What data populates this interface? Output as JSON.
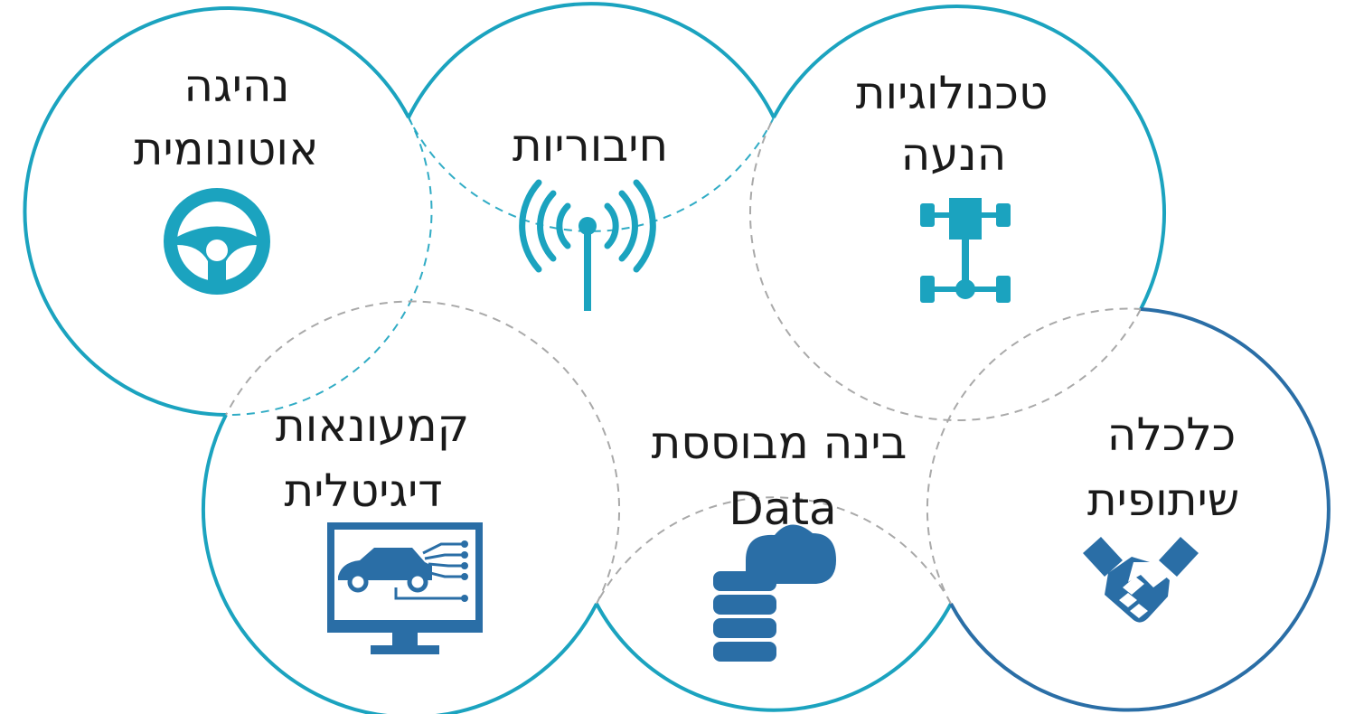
{
  "colors": {
    "teal": "#1ba3bf",
    "blue": "#2a6ea6",
    "dash": "#a9a9a9",
    "text": "#1a1a1a"
  },
  "circles": [
    {
      "id": "autonomous-driving",
      "lines": [
        "נהיגה",
        "אוטונומית"
      ],
      "icon": "steering-wheel-icon"
    },
    {
      "id": "connectivity",
      "lines": [
        "חיבוריות"
      ],
      "icon": "antenna-signal-icon"
    },
    {
      "id": "propulsion-tech",
      "lines": [
        "טכנולוגיות",
        "הנעה"
      ],
      "icon": "drivetrain-chassis-icon"
    },
    {
      "id": "digital-twins",
      "lines": [
        "קמעונאות",
        "דיגיטלית"
      ],
      "icon": "monitor-car-icon"
    },
    {
      "id": "data-intelligence",
      "lines": [
        "בינה מבוססת",
        "Data"
      ],
      "icon": "database-cloud-icon"
    },
    {
      "id": "sharing-economy",
      "lines": [
        "כלכלה",
        "שיתופית"
      ],
      "icon": "handshake-icon"
    }
  ]
}
